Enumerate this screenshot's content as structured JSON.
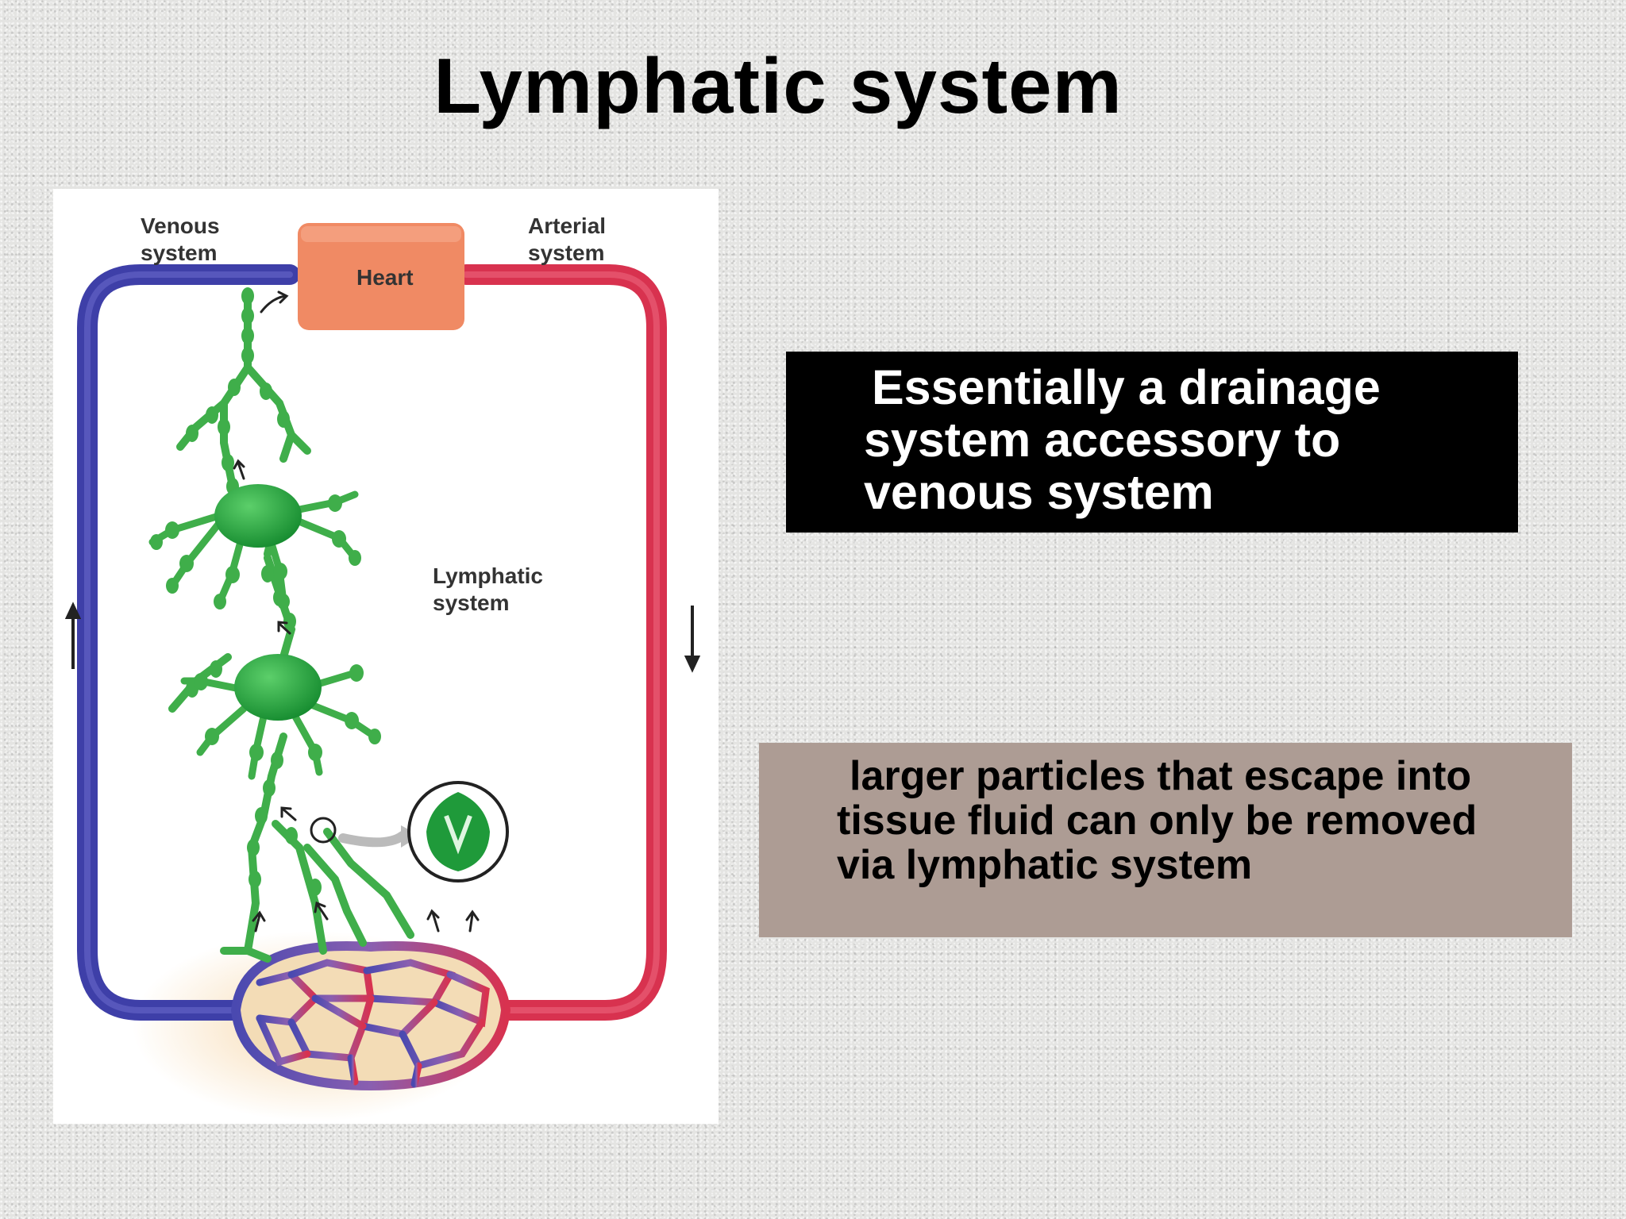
{
  "slide": {
    "title": "Lymphatic system"
  },
  "diagram": {
    "labels": {
      "venous_line1": "Venous",
      "venous_line2": "system",
      "arterial_line1": "Arterial",
      "arterial_line2": "system",
      "heart": "Heart",
      "lymphatic_line1": "Lymphatic",
      "lymphatic_line2": "system"
    },
    "colors": {
      "venous": "#3e3fa8",
      "arterial": "#d8324f",
      "heart": "#f08a64",
      "lymph": "#3fae4a",
      "node": "#1f9a3a",
      "capillary_bed": "#f3dcb6"
    }
  },
  "callouts": {
    "black_box": {
      "line1": "Essentially a drainage",
      "line2": "system accessory to",
      "line3": "venous system"
    },
    "taupe_box": {
      "line1": "larger particles that escape into",
      "line2": "tissue fluid can only be removed",
      "line3": "via lymphatic system"
    }
  }
}
